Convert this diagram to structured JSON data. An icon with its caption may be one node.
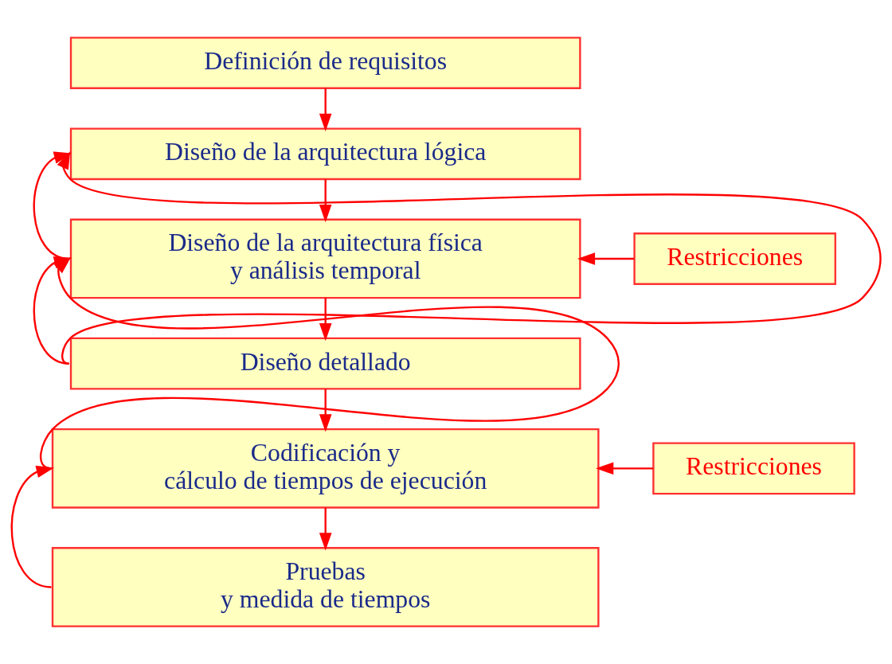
{
  "diagram": {
    "nodes": [
      {
        "text": [
          "Definición de requisitos"
        ]
      },
      {
        "text": [
          "Diseño de la arquitectura lógica"
        ]
      },
      {
        "text": [
          "Diseño de la arquitectura física y análisis temporal"
        ]
      },
      {
        "text": [
          "Restricciones"
        ]
      },
      {
        "text": [
          "Diseño detallado"
        ]
      },
      {
        "text": [
          "Codificación y cálculo de tiempos de ejecución"
        ]
      },
      {
        "text": [
          "Restricciones"
        ]
      },
      {
        "text": [
          "Pruebas y medida de tiempos"
        ]
      }
    ],
    "edges": [
      {
        "from": 0,
        "to": 1,
        "arrow": "to"
      },
      {
        "from": 1,
        "to": 2,
        "arrow": "to"
      },
      {
        "from": 2,
        "to": 1,
        "arrow": "to"
      },
      {
        "from": 4,
        "to": 1,
        "arrow": "to"
      },
      {
        "from": 3,
        "to": 2,
        "arrow": "to"
      },
      {
        "from": 5,
        "to": 2,
        "arrow": "to"
      },
      {
        "from": 4,
        "to": 2,
        "arrow": "to"
      },
      {
        "from": 2,
        "to": 4,
        "arrow": "to"
      },
      {
        "from": 4,
        "to": 5,
        "arrow": "to"
      },
      {
        "from": 6,
        "to": 5,
        "arrow": "to"
      },
      {
        "from": 7,
        "to": 5,
        "arrow": "to"
      },
      {
        "from": 5,
        "to": 7,
        "arrow": "to"
      }
    ]
  }
}
